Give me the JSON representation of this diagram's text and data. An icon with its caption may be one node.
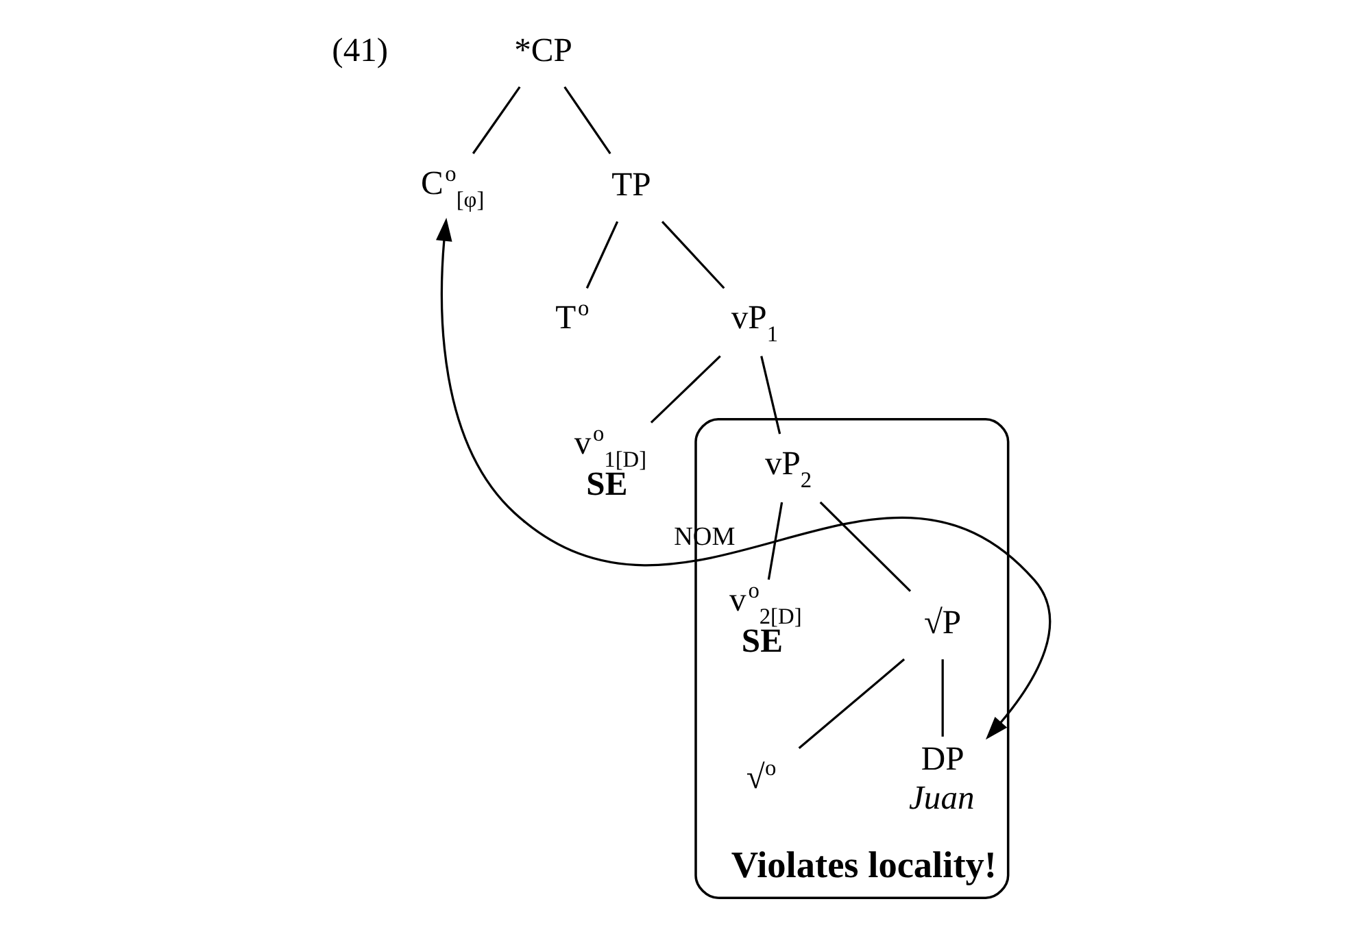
{
  "diagram": {
    "nodes": [
      {
        "text": [
          "*CP"
        ]
      },
      {
        "text": [
          "C$^{o}$$_{[φ]}$"
        ]
      },
      {
        "text": [
          "TP"
        ]
      },
      {
        "text": [
          "T$^{o}$"
        ]
      },
      {
        "text": [
          "vP$_{1}$"
        ]
      },
      {
        "text": [
          "v$^{o}$$_{1[D]}$",
          "SE"
        ]
      },
      {
        "text": [],
        "shape": "ellipse",
        "beside": [
          "Violates locality!"
        ]
      },
      {
        "text": [
          "vP$_{2}$"
        ],
        "in": 6
      },
      {
        "text": [
          "v$^{o}$$_{2[D]}$",
          "SE"
        ],
        "in": 6
      },
      {
        "text": [
          "√P"
        ],
        "in": 6
      },
      {
        "text": [
          "√$^{o}$"
        ],
        "in": 6
      },
      {
        "text": [
          "DP",
          "Juan"
        ],
        "in": 6
      }
    ],
    "edges": [
      {
        "from": 0,
        "to": 1,
        "arrow": "none"
      },
      {
        "from": 0,
        "to": 2,
        "arrow": "none"
      },
      {
        "from": 2,
        "to": 3,
        "arrow": "none"
      },
      {
        "from": 2,
        "to": 4,
        "arrow": "none"
      },
      {
        "from": 4,
        "to": 5,
        "arrow": "none"
      },
      {
        "from": 4,
        "to": 7,
        "arrow": "none"
      },
      {
        "from": 7,
        "to": 8,
        "arrow": "none"
      },
      {
        "from": 7,
        "to": 9,
        "arrow": "none"
      },
      {
        "from": 9,
        "to": 10,
        "arrow": "none"
      },
      {
        "from": 9,
        "to": 11,
        "arrow": "none"
      },
      {
        "from": 1,
        "to": 11,
        "arrow": "both",
        "label": "NOM"
      }
    ],
    "labels": [
      "(41)"
    ]
  }
}
